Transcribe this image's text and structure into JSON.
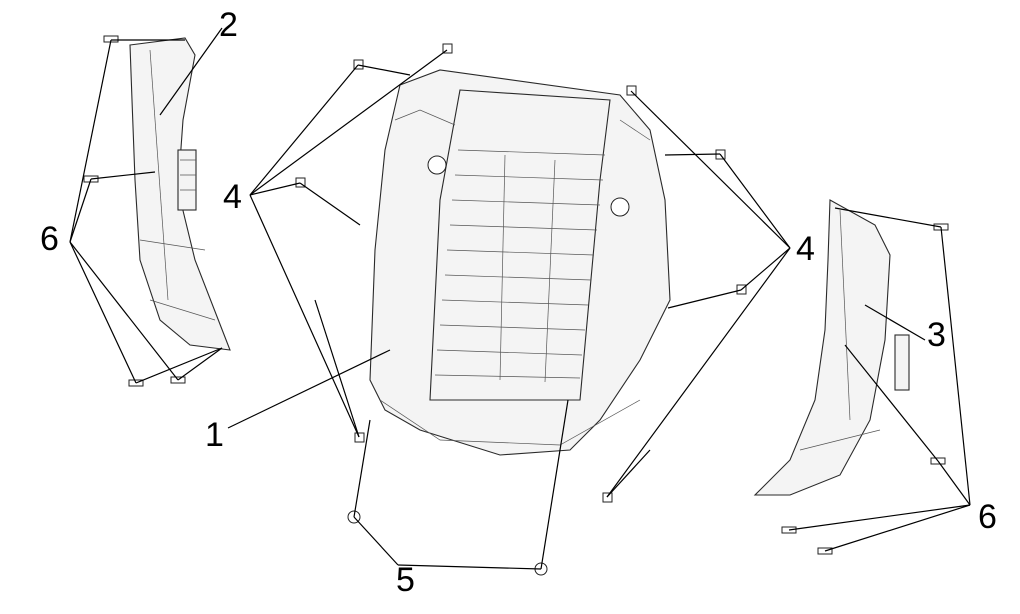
{
  "callouts": {
    "c1": "1",
    "c2": "2",
    "c3": "3",
    "c4_left": "4",
    "c4_right": "4",
    "c5": "5",
    "c6_left": "6",
    "c6_right": "6"
  },
  "colors": {
    "line": "#000000",
    "part_fill": "#f4f4f4",
    "background": "#ffffff"
  }
}
